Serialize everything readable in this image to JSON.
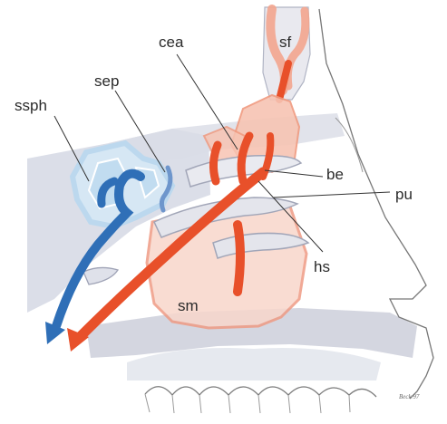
{
  "labels": {
    "sf": "sf",
    "cea": "cea",
    "sep": "sep",
    "ssph": "ssph",
    "be": "be",
    "pu": "pu",
    "hs": "hs",
    "sm": "sm"
  },
  "signature": "Beck 97",
  "colors": {
    "artery_red": "#e8502a",
    "sinus_red": "#f3a58e",
    "vein_blue": "#2f6fb7",
    "sinus_blue": "#b9d8ef",
    "bone_gray": "#c9ccd8",
    "outline": "#555555"
  }
}
